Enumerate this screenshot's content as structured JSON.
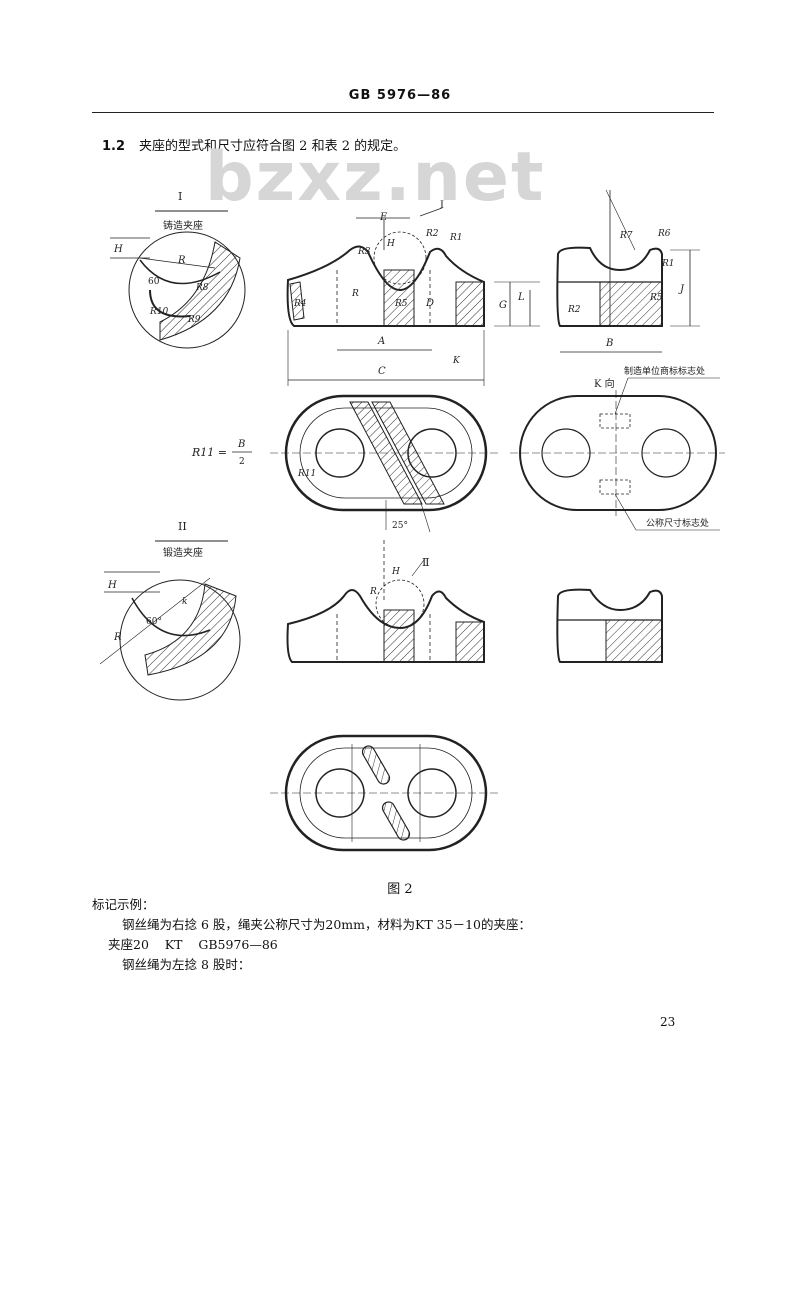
{
  "header": {
    "standard_code": "GB 5976—86"
  },
  "clause": {
    "number": "1.2",
    "text": "夹座的型式和尺寸应符合图 2 和表 2 的规定。"
  },
  "watermark": "bzxz.net",
  "figure": {
    "detail_I_mark": "I",
    "detail_I_caption": "铸造夹座",
    "detail_II_mark": "II",
    "detail_II_caption": "锻造夹座",
    "view_I_callout": "I",
    "view_II_callout": "Ⅱ",
    "dims": {
      "A": "A",
      "B": "B",
      "C": "C",
      "D": "D",
      "E": "E",
      "G": "G",
      "L": "L",
      "J": "J",
      "K": "K",
      "H": "H",
      "R": "R",
      "R1": "R1",
      "R2": "R2",
      "R3": "R3",
      "R4": "R4",
      "R5": "R5",
      "R6": "R6",
      "R7": "R7",
      "R8": "R8",
      "R9": "R9",
      "R10": "R10",
      "R11": "R11",
      "k": "k"
    },
    "angles": {
      "a60": "60",
      "a60b": "60°",
      "a25": "25°"
    },
    "r11_formula": {
      "lhs": "R11 =",
      "num": "B",
      "den": "2"
    },
    "k_view": "K 向",
    "callout_maker": "制造单位商标标志处",
    "callout_size": "公称尺寸标志处",
    "caption": "图  2"
  },
  "marking_example": {
    "heading": "标记示例：",
    "line1": "钢丝绳为右捻 6 股，绳夹公称尺寸为20mm，材料为KT 35－10的夹座：",
    "line2": "夹座20    KT    GB5976—86",
    "line3": "钢丝绳为左捻 8 股时："
  },
  "page_number": "23"
}
